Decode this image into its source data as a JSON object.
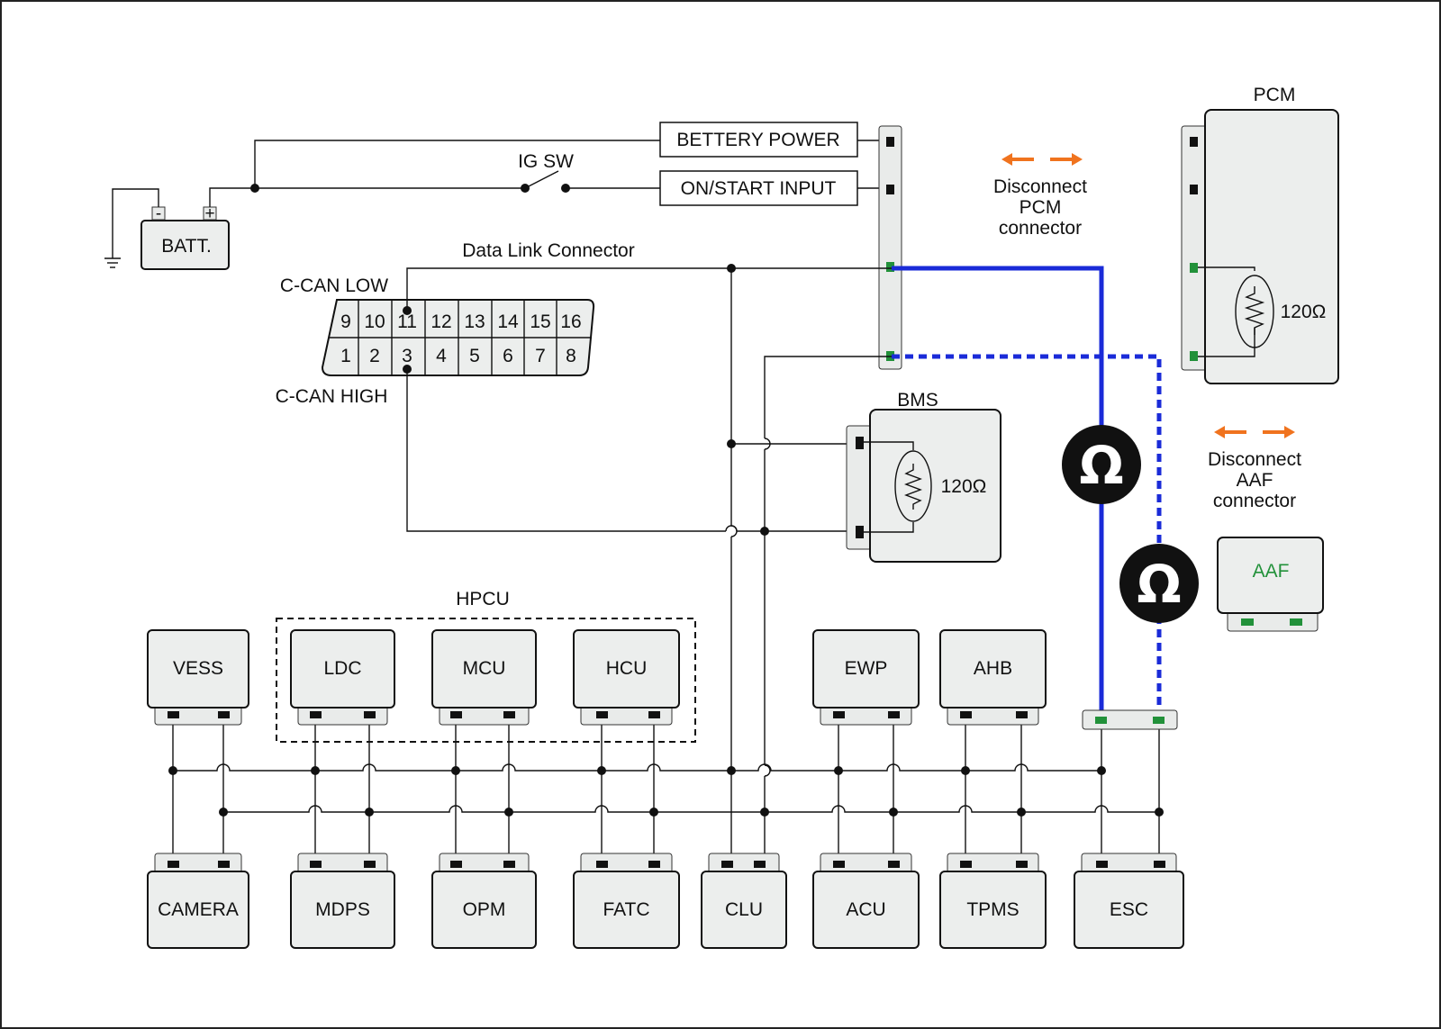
{
  "labels": {
    "battery_power": "BETTERY POWER",
    "on_start_input": "ON/START INPUT",
    "ig_sw": "IG SW",
    "batt": "BATT.",
    "batt_minus": "-",
    "batt_plus": "+",
    "data_link_connector": "Data Link Connector",
    "c_can_low": "C-CAN LOW",
    "c_can_high": "C-CAN HIGH",
    "pcm": "PCM",
    "bms": "BMS",
    "hpcu": "HPCU",
    "aaf": "AAF",
    "resistor": "120Ω",
    "ohm_symbol": "Ω",
    "disconnect_pcm": [
      "Disconnect",
      "PCM",
      "connector"
    ],
    "disconnect_aaf": [
      "Disconnect",
      "AAF",
      "connector"
    ]
  },
  "dlc_pins_top": [
    "9",
    "10",
    "11",
    "12",
    "13",
    "14",
    "15",
    "16"
  ],
  "dlc_pins_bottom": [
    "1",
    "2",
    "3",
    "4",
    "5",
    "6",
    "7",
    "8"
  ],
  "top_modules": [
    "VESS",
    "LDC",
    "MCU",
    "HCU",
    "EWP",
    "AHB"
  ],
  "bottom_modules": [
    "CAMERA",
    "MDPS",
    "OPM",
    "FATC",
    "CLU",
    "ACU",
    "TPMS",
    "ESC"
  ],
  "colors": {
    "bus_highlight": "#1a2bd8",
    "arrow": "#f0731e",
    "pin_green": "#22913a",
    "aaf_text": "#22913a",
    "module_fill": "#eceeed"
  },
  "icons": {
    "ohmmeter": "ohmmeter-icon",
    "arrows": "double-arrow-icon",
    "resistor": "resistor-icon",
    "switch": "switch-icon",
    "ground": "ground-icon"
  }
}
